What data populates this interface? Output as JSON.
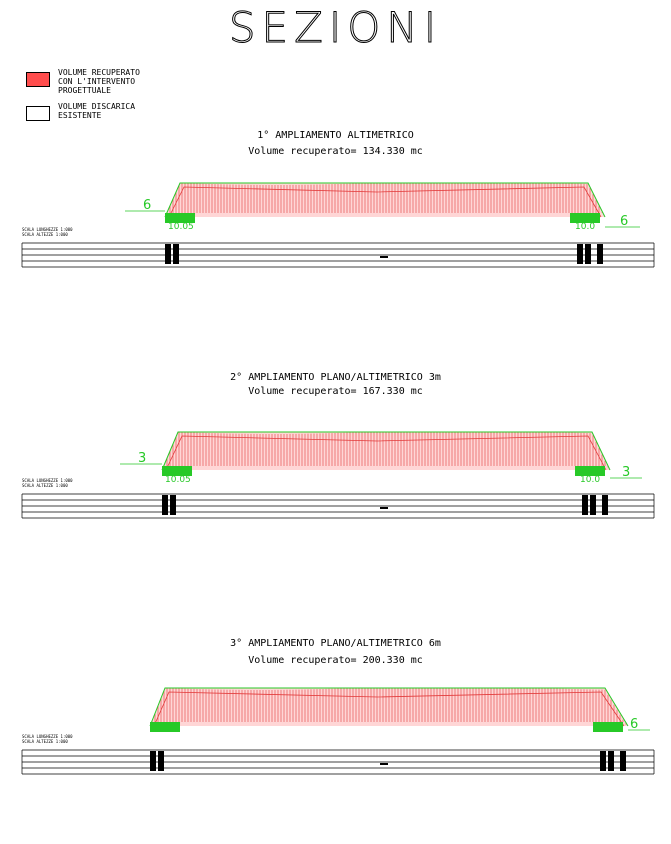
{
  "title": "SEZIONI",
  "legend": [
    {
      "color": "#ff4d4d",
      "text": "VOLUME RECUPERATO\nCON L'INTERVENTO\nPROGETTUALE"
    },
    {
      "color": "#ffffff",
      "text": "VOLUME DISCARICA\nESISTENTE"
    }
  ],
  "colors": {
    "hatch": "#e23b3b",
    "existing": "#27c927",
    "text": "#000000"
  },
  "sections": [
    {
      "heading": "1° AMPLIAMENTO ALTIMETRICO",
      "volume": "Volume recuperato= 134.330 mc",
      "left_dim": "6",
      "right_dim": "6",
      "left_sub": "10.05",
      "right_sub": "10.0",
      "scale_text": "SCALA LUNGHEZZE 1:000\nSCALA ALTEZZE  1:000"
    },
    {
      "heading": "2° AMPLIAMENTO PLANO/ALTIMETRICO 3m",
      "volume": "Volume recuperato= 167.330 mc",
      "left_dim": "3",
      "right_dim": "3",
      "left_sub": "10.05",
      "right_sub": "10.0",
      "scale_text": "SCALA LUNGHEZZE 1:000\nSCALA ALTEZZE  1:000"
    },
    {
      "heading": "3° AMPLIAMENTO PLANO/ALTIMETRICO 6m",
      "volume": "Volume recuperato= 200.330 mc",
      "left_dim": "",
      "right_dim": "6",
      "left_sub": "",
      "right_sub": "",
      "scale_text": "SCALA LUNGHEZZE 1:000\nSCALA ALTEZZE  1:000"
    }
  ]
}
